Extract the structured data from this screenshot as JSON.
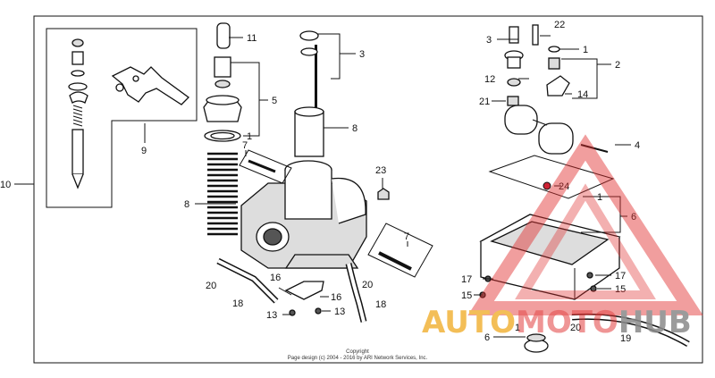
{
  "callouts": {
    "c1_a": "1",
    "c1_b": "1",
    "c1_c": "1",
    "c1_d": "1",
    "c2": "2",
    "c3_a": "3",
    "c3_b": "3",
    "c4": "4",
    "c5": "5",
    "c6_a": "6",
    "c6_b": "6",
    "c7_a": "7",
    "c7_b": "7",
    "c8_a": "8",
    "c8_b": "8",
    "c9": "9",
    "c10": "10",
    "c11": "11",
    "c12": "12",
    "c13_a": "13",
    "c13_b": "13",
    "c14": "14",
    "c15_a": "15",
    "c15_b": "15",
    "c16_a": "16",
    "c16_b": "16",
    "c17_a": "17",
    "c17_b": "17",
    "c18_a": "18",
    "c18_b": "18",
    "c19": "19",
    "c20_a": "20",
    "c20_b": "20",
    "c20_c": "20",
    "c21": "21",
    "c22": "22",
    "c23": "23",
    "c24": "24"
  },
  "copyright": {
    "line1": "Copyright",
    "line2": "Page design (c) 2004 - 2016 by ARI Network Services, Inc."
  },
  "watermark": {
    "part1": "AUTO",
    "part2": "MOTO",
    "part3": "HUB"
  },
  "colors": {
    "watermark_red": "#e03030",
    "watermark_orange": "#f2b33a",
    "watermark_grey": "#8a8a8a",
    "line": "#111111",
    "background": "#ffffff"
  }
}
